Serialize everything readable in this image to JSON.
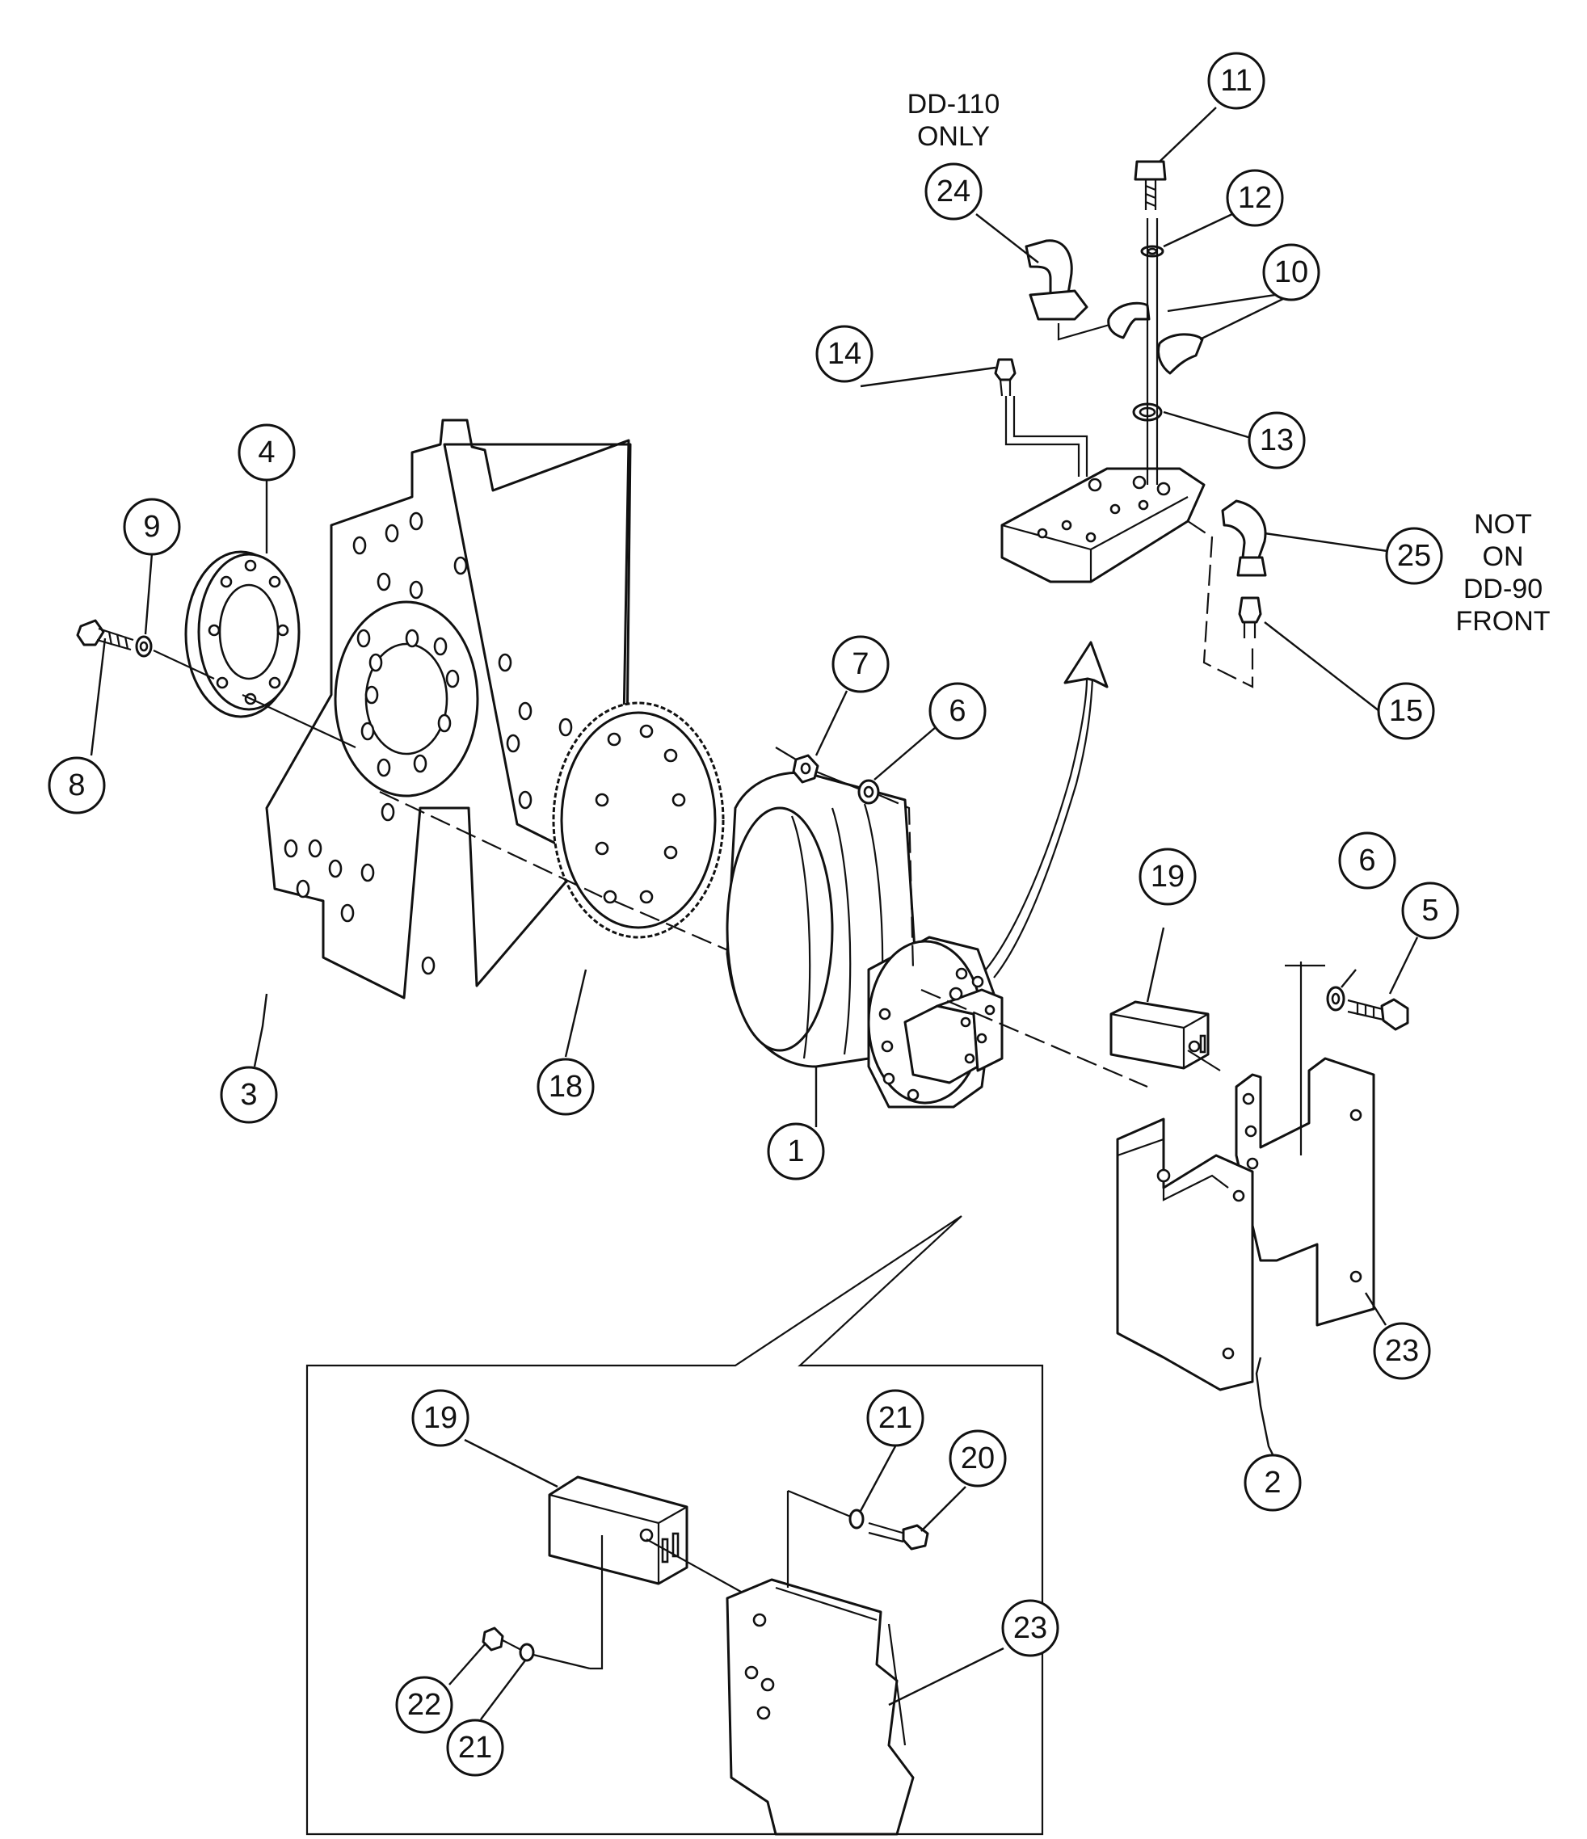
{
  "callouts": [
    {
      "id": "c1",
      "label": "1"
    },
    {
      "id": "c2",
      "label": "2"
    },
    {
      "id": "c3",
      "label": "3"
    },
    {
      "id": "c4",
      "label": "4"
    },
    {
      "id": "c5",
      "label": "5"
    },
    {
      "id": "c6a",
      "label": "6"
    },
    {
      "id": "c6b",
      "label": "6"
    },
    {
      "id": "c7",
      "label": "7"
    },
    {
      "id": "c8",
      "label": "8"
    },
    {
      "id": "c9",
      "label": "9"
    },
    {
      "id": "c10",
      "label": "10"
    },
    {
      "id": "c11",
      "label": "11"
    },
    {
      "id": "c12",
      "label": "12"
    },
    {
      "id": "c13",
      "label": "13"
    },
    {
      "id": "c14",
      "label": "14"
    },
    {
      "id": "c15",
      "label": "15"
    },
    {
      "id": "c18",
      "label": "18"
    },
    {
      "id": "c19a",
      "label": "19"
    },
    {
      "id": "c19b",
      "label": "19"
    },
    {
      "id": "c20",
      "label": "20"
    },
    {
      "id": "c21a",
      "label": "21"
    },
    {
      "id": "c21b",
      "label": "21"
    },
    {
      "id": "c22",
      "label": "22"
    },
    {
      "id": "c23a",
      "label": "23"
    },
    {
      "id": "c23b",
      "label": "23"
    },
    {
      "id": "c24",
      "label": "24"
    },
    {
      "id": "c25",
      "label": "25"
    }
  ],
  "notes": {
    "dd110": [
      "DD-110",
      "ONLY"
    ],
    "not_on": [
      "NOT",
      "ON",
      "DD-90",
      "FRONT"
    ]
  }
}
